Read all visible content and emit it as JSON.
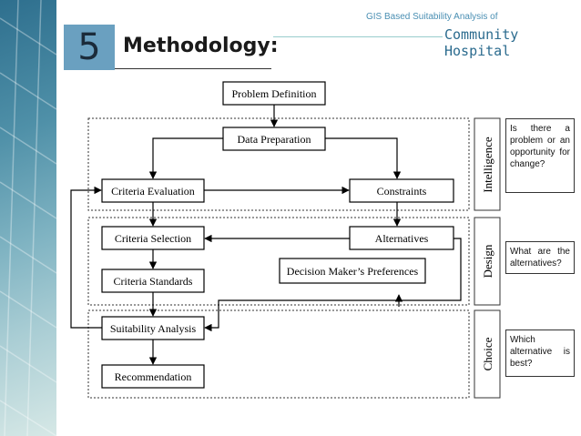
{
  "header": {
    "subtitle": "GIS Based Suitability Analysis of",
    "project": "Community Hospital"
  },
  "slide": {
    "number": "5",
    "title": "Methodology:"
  },
  "diagram": {
    "nodes": {
      "problem_definition": "Problem Definition",
      "data_preparation": "Data Preparation",
      "criteria_evaluation": "Criteria Evaluation",
      "constraints": "Constraints",
      "criteria_selection": "Criteria Selection",
      "alternatives": "Alternatives",
      "criteria_standards": "Criteria Standards",
      "decision_makers_preferences": "Decision Maker’s Preferences",
      "suitability_analysis": "Suitability Analysis",
      "recommendation": "Recommendation"
    },
    "phases": {
      "intelligence": "Intelligence",
      "design": "Design",
      "choice": "Choice"
    },
    "questions": {
      "intelligence": "Is there a problem or an opportunity for change?",
      "design": "What are the alternatives?",
      "choice": "Which alternative is best?"
    }
  }
}
